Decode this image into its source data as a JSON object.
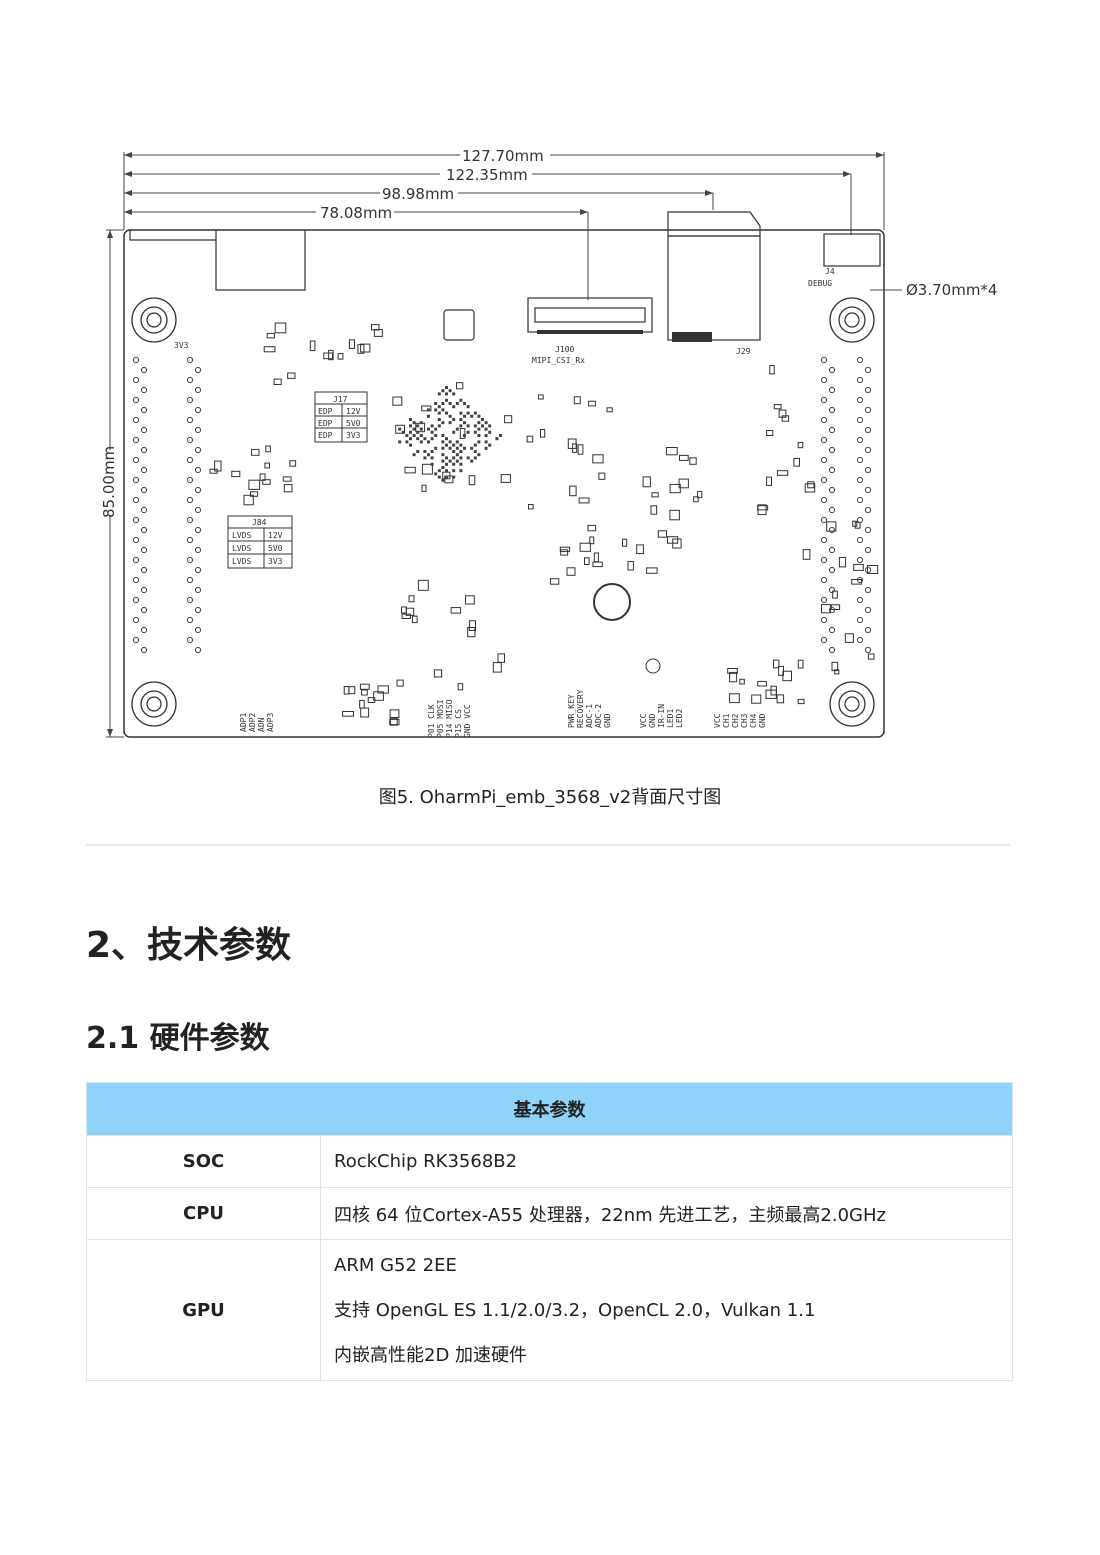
{
  "figure": {
    "dimensions": {
      "d1": "127.70mm",
      "d2": "122.35mm",
      "d3": "98.98mm",
      "d4": "78.08mm",
      "height": "85.00mm",
      "hole": "Ø3.70mm*4"
    },
    "labels": {
      "j100": "J100",
      "mipi": "MIPI_CSI_Rx",
      "j4": "J4",
      "debug": "DEBUG",
      "j29": "J29",
      "j17": "J17",
      "j84": "J84",
      "v3v3": "3V3",
      "t12v_edp": "EDP",
      "v12v": "12V",
      "v5v0": "5V0",
      "t3v3": "3V3",
      "lvds": "LVDS"
    },
    "bottom_pins_left": [
      "P01 CLK",
      "P05 MOSI",
      "P14 MISO",
      "P15 CS",
      "GND VCC"
    ],
    "bottom_pins_mid": [
      "PWR_KEY",
      "RECOVERY",
      "ADC-1",
      "ADC-2",
      "GND"
    ],
    "bottom_pins_right1": [
      "VCC",
      "GND",
      "IR-IN",
      "LED1",
      "LED2"
    ],
    "bottom_pins_right2": [
      "VCC",
      "CH1",
      "CH2",
      "CH3",
      "CH4",
      "GND"
    ],
    "bottom_pins_far_left": [
      "ADP1",
      "ADP2",
      "ADN",
      "ADP3"
    ]
  },
  "caption": "图5. OharmPi_emb_3568_v2背面尺寸图",
  "section_heading": "2、技术参数",
  "subsection_heading": "2.1 硬件参数",
  "table": {
    "header": "基本参数",
    "rows": [
      {
        "label": "SOC",
        "value": "RockChip RK3568B2"
      },
      {
        "label": "CPU",
        "value": "四核 64 位Cortex-A55 处理器，22nm 先进工艺，主频最高2.0GHz"
      },
      {
        "label": "GPU",
        "lines": [
          "ARM G52 2EE",
          "支持 OpenGL ES 1.1/2.0/3.2，OpenCL 2.0，Vulkan 1.1",
          "内嵌高性能2D 加速硬件"
        ]
      }
    ]
  }
}
